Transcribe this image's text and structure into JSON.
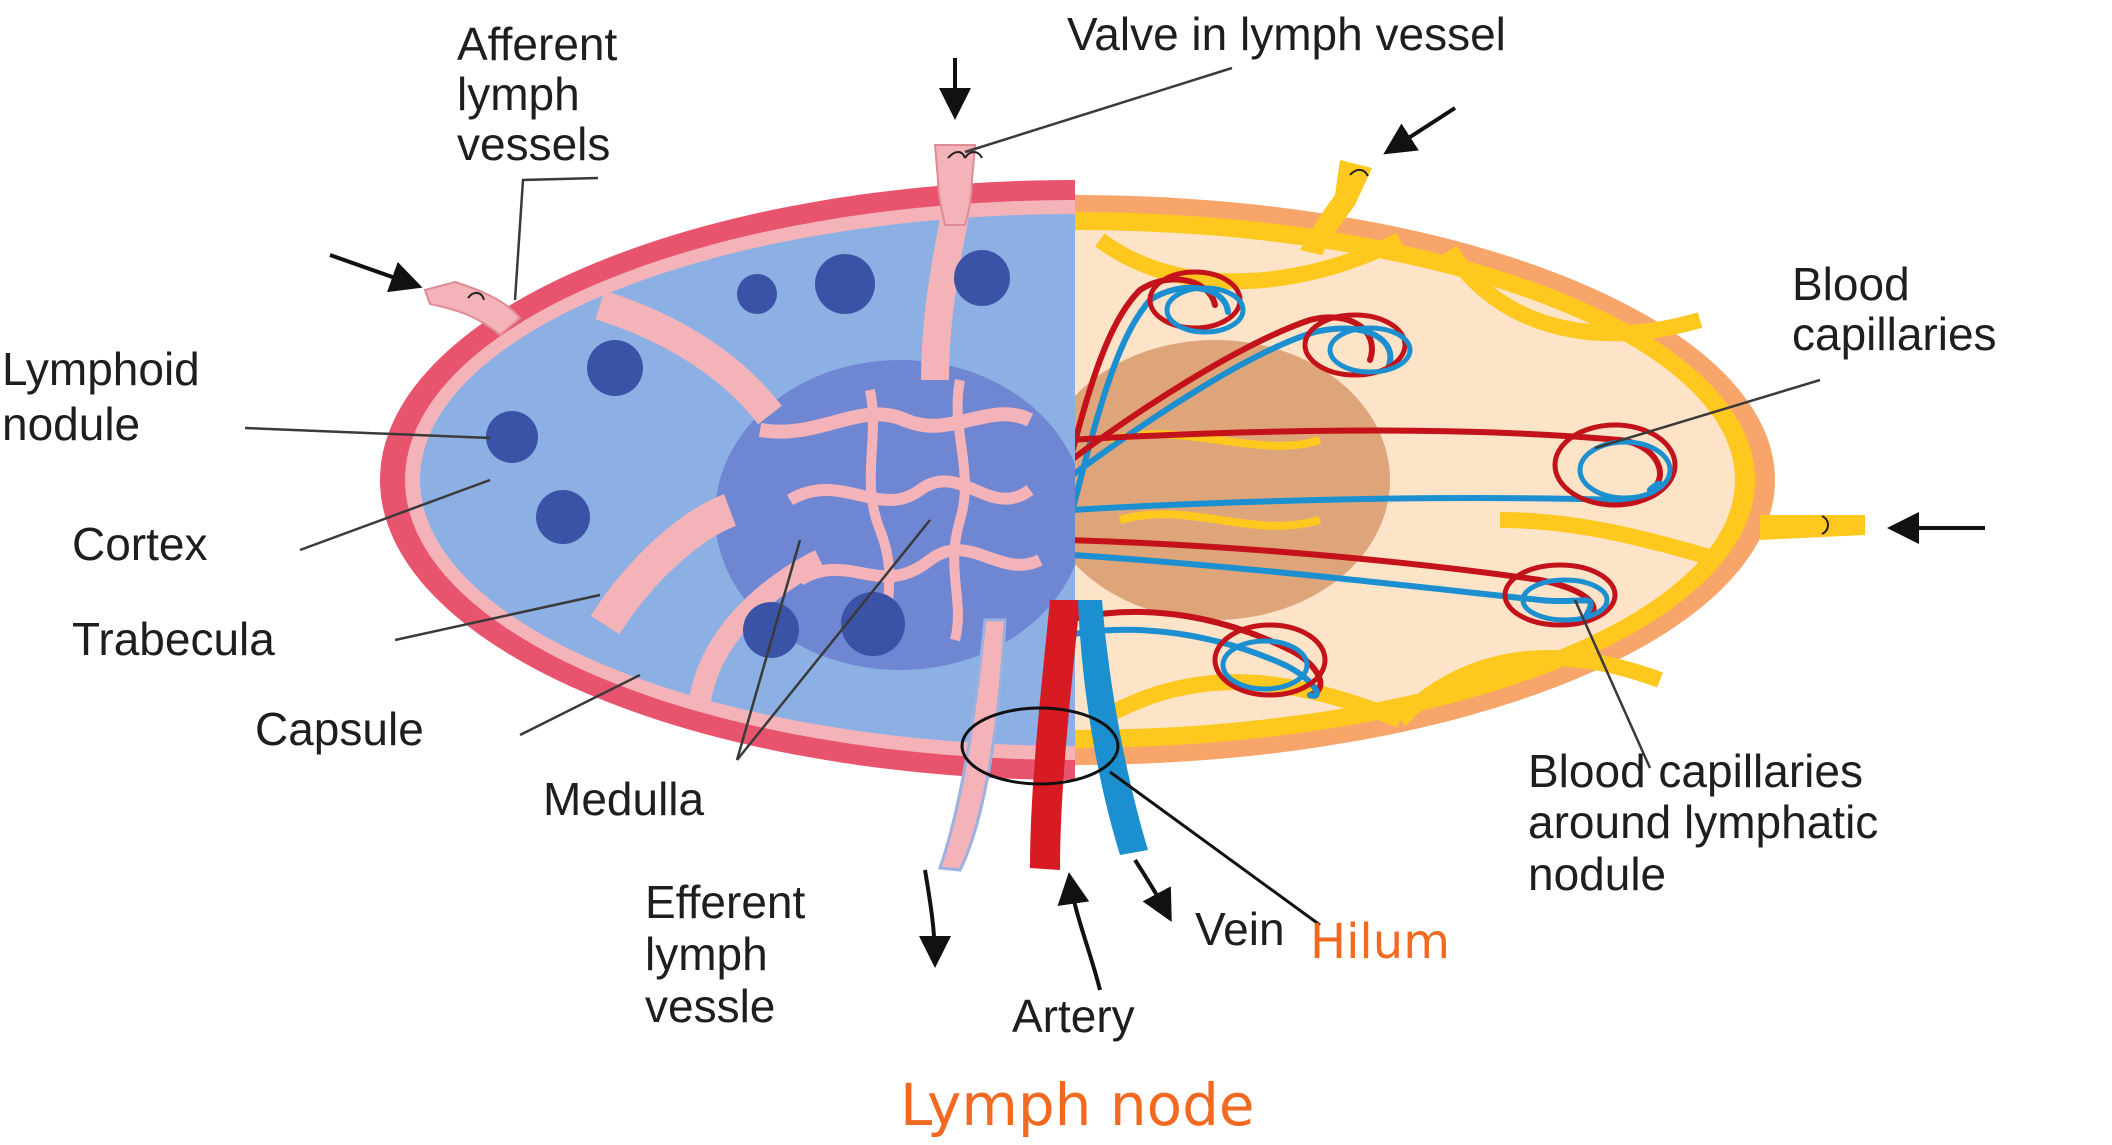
{
  "labels": {
    "afferent": [
      "Afferent",
      "lymph",
      "vessels"
    ],
    "valve": "Valve in lymph vessel",
    "blood_capillaries": [
      "Blood",
      "capillaries"
    ],
    "lymphoid_nodule": [
      "Lymphoid",
      "nodule"
    ],
    "cortex": "Cortex",
    "trabecula": "Trabecula",
    "capsule": "Capsule",
    "medulla": "Medulla",
    "blood_cap_around": [
      "Blood capillaries",
      "around lymphatic",
      "nodule"
    ],
    "efferent": [
      "Efferent",
      "lymph",
      "vessle"
    ],
    "vein": "Vein",
    "hilum": "Hilum",
    "artery": "Artery"
  },
  "caption": "Lymph node",
  "colors": {
    "capsule_pink": "#e8546e",
    "trabecula_pink": "#f4b3b8",
    "cortex_blue": "#8cb0e4",
    "medulla_blue": "#6f86d2",
    "nodule_blue": "#3b53a6",
    "sinus_yellow": "#ffc81e",
    "orange_capsule": "#f7a56b",
    "artery_red": "#d81a22",
    "vein_blue": "#1b8fd0",
    "caption_orange": "#f26a21"
  }
}
